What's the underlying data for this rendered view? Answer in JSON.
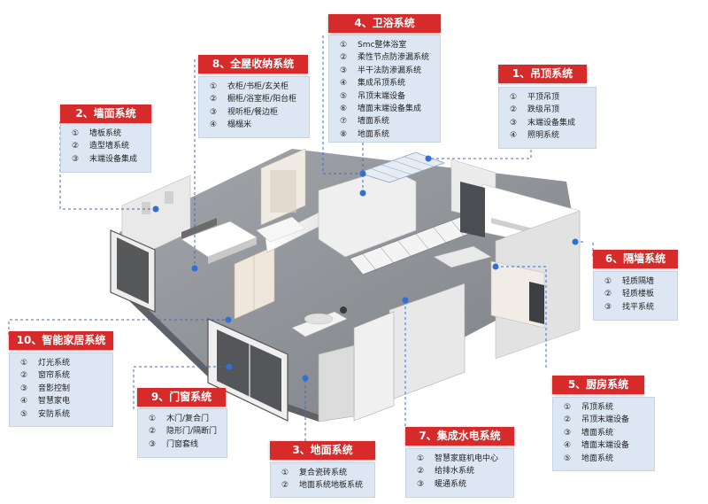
{
  "colors": {
    "header_red": "#d72b2b",
    "box_blue": "#dde7f4",
    "connector_blue": "#2f6fd6",
    "floor_gray": "#8c8f94",
    "wall_white": "#f3f3f3"
  },
  "cards": {
    "c1": {
      "title": "1、吊顶系统",
      "items": [
        {
          "n": "①",
          "t": "平顶吊顶"
        },
        {
          "n": "②",
          "t": "跌级吊顶"
        },
        {
          "n": "③",
          "t": "末端设备集成"
        },
        {
          "n": "④",
          "t": "照明系统"
        }
      ]
    },
    "c2": {
      "title": "2、墙面系统",
      "items": [
        {
          "n": "①",
          "t": "墙板系统"
        },
        {
          "n": "②",
          "t": "造型墙系统"
        },
        {
          "n": "③",
          "t": "末端设备集成"
        }
      ]
    },
    "c3": {
      "title": "3、地面系统",
      "items": [
        {
          "n": "①",
          "t": "复合瓷砖系统"
        },
        {
          "n": "②",
          "t": "地面系统地板系统"
        }
      ]
    },
    "c4": {
      "title": "4、卫浴系统",
      "items": [
        {
          "n": "①",
          "t": "Smc整体浴室"
        },
        {
          "n": "②",
          "t": "柔性节点防渗漏系统"
        },
        {
          "n": "③",
          "t": "半干法防渗漏系统"
        },
        {
          "n": "④",
          "t": "集成吊顶系统"
        },
        {
          "n": "⑤",
          "t": "吊顶末端设备"
        },
        {
          "n": "⑥",
          "t": "墙面末端设备集成"
        },
        {
          "n": "⑦",
          "t": "墙面系统"
        },
        {
          "n": "⑧",
          "t": "地面系统"
        }
      ]
    },
    "c5": {
      "title": "5、厨房系统",
      "items": [
        {
          "n": "①",
          "t": "吊顶系统"
        },
        {
          "n": "②",
          "t": "吊顶末端设备"
        },
        {
          "n": "③",
          "t": "墙面系统"
        },
        {
          "n": "④",
          "t": "墙面末端设备"
        },
        {
          "n": "⑤",
          "t": "地面系统"
        }
      ]
    },
    "c6": {
      "title": "6、隔墙系统",
      "items": [
        {
          "n": "①",
          "t": "轻质隔墙"
        },
        {
          "n": "②",
          "t": "轻质楼板"
        },
        {
          "n": "③",
          "t": "找平系统"
        }
      ]
    },
    "c7": {
      "title": "7、集成水电系统",
      "items": [
        {
          "n": "①",
          "t": "智慧家庭机电中心"
        },
        {
          "n": "②",
          "t": "给排水系统"
        },
        {
          "n": "③",
          "t": "暖通系统"
        }
      ]
    },
    "c8": {
      "title": "8、全屋收纳系统",
      "items": [
        {
          "n": "①",
          "t": "衣柜/书柜/玄关柜"
        },
        {
          "n": "②",
          "t": "橱柜/浴室柜/阳台柜"
        },
        {
          "n": "③",
          "t": "视听柜/餐边柜"
        },
        {
          "n": "④",
          "t": "榻榻米"
        }
      ]
    },
    "c9": {
      "title": "9、门窗系统",
      "items": [
        {
          "n": "①",
          "t": "木门/复合门"
        },
        {
          "n": "②",
          "t": "隐形门/隔断门"
        },
        {
          "n": "③",
          "t": "门窗套线"
        }
      ]
    },
    "c10": {
      "title": "10、智能家居系统",
      "items": [
        {
          "n": "①",
          "t": "灯光系统"
        },
        {
          "n": "②",
          "t": "窗帘系统"
        },
        {
          "n": "③",
          "t": "音影控制"
        },
        {
          "n": "④",
          "t": "智慧家电"
        },
        {
          "n": "⑤",
          "t": "安防系统"
        }
      ]
    }
  }
}
